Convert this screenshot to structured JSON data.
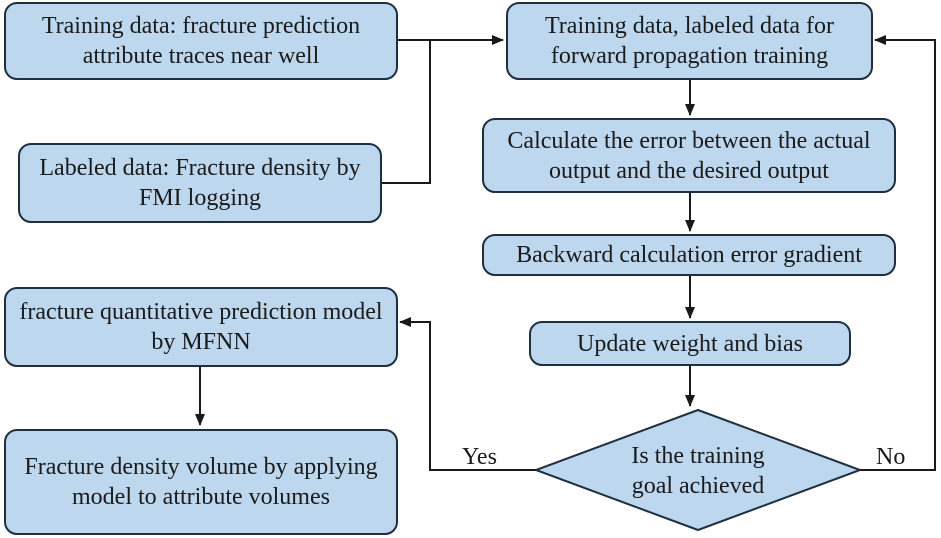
{
  "nodes": {
    "training_data_traces": "Training data: fracture prediction attribute traces near well",
    "labeled_data_fmi": "Labeled data: Fracture density by FMI logging",
    "forward_training": "Training data, labeled data for forward propagation training",
    "calculate_error": "Calculate the error between the actual output and the desired output",
    "backward_gradient": "Backward calculation error gradient",
    "update_weight": "Update weight and bias",
    "goal_decision": "Is the training goal achieved",
    "mfnn_model": "fracture quantitative prediction model by MFNN",
    "fracture_volume": "Fracture density volume by applying model to attribute volumes"
  },
  "edge_labels": {
    "yes": "Yes",
    "no": "No"
  },
  "colors": {
    "box_fill": "#bdd7ee",
    "box_stroke": "#1f2f3f",
    "arrow": "#1a1a1a"
  }
}
